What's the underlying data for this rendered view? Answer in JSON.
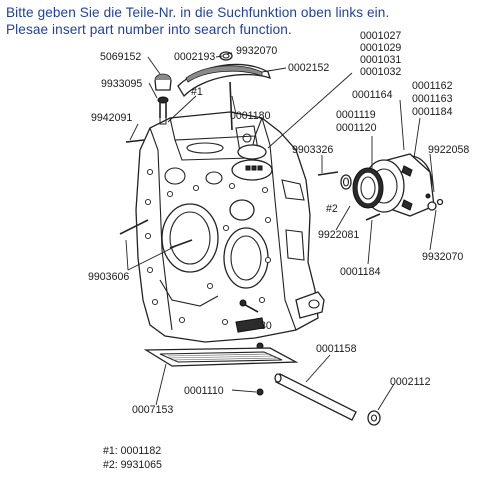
{
  "header": {
    "line1": "Bitte geben Sie die Teile-Nr. in die Suchfunktion oben links ein.",
    "line2": "Plesae insert part number into search function."
  },
  "parts": {
    "p0001027": "0001027",
    "p0001029": "0001029",
    "p0001031": "0001031",
    "p0001032": "0001032",
    "p5069152": "5069152",
    "p0002193": "0002193",
    "p9932070a": "9932070",
    "p0002152": "0002152",
    "p9933095": "9933095",
    "p0001162": "0001162",
    "p0001163": "0001163",
    "p0001184a": "0001184",
    "p0001164": "0001164",
    "p9942091": "9942091",
    "p0001180": "0001180",
    "p0001119": "0001119",
    "p0001120": "0001120",
    "p9903326": "9903326",
    "p9922058": "9922058",
    "p9922081": "9922081",
    "p9903606": "9903606",
    "p0001184b": "0001184",
    "p9932070b": "9932070",
    "p0001158": "0001158",
    "p0002112": "0002112",
    "p0001110": "0001110",
    "p0007153": "0007153"
  },
  "callouts": {
    "ref1": "#1",
    "ref2": "#2",
    "num30": "30"
  },
  "notes": {
    "note1": "#1: 0001182",
    "note2": "#2: 9931065"
  },
  "colors": {
    "header_text": "#1f3fa8",
    "line": "#222222"
  }
}
